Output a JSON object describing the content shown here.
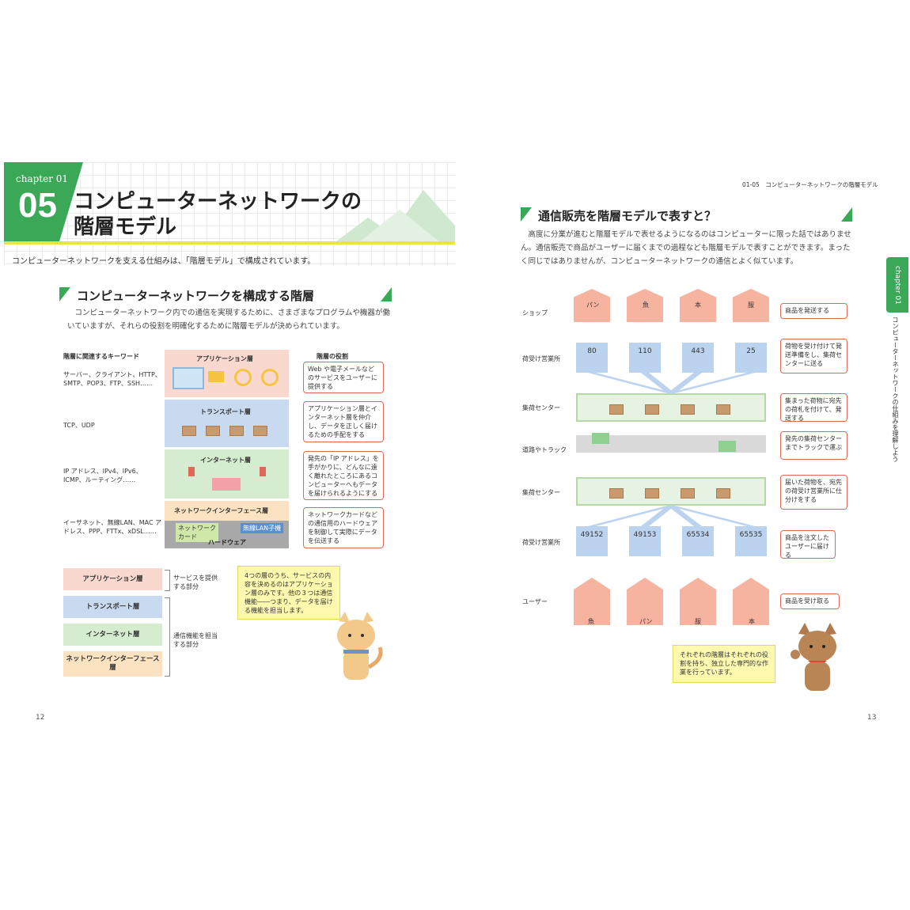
{
  "left": {
    "chapter_label": "chapter 01",
    "chapter_number": "05",
    "title_line1": "コンピューターネットワークの",
    "title_line2": "階層モデル",
    "subtitle": "コンピューターネットワークを支える仕組みは、「階層モデル」で構成されています。",
    "section_title": "コンピューターネットワークを構成する階層",
    "paragraph": "コンピューターネットワーク内での通信を実現するために、さまざまなプログラムや機器が働いていますが、それらの役割を明確化するために階層モデルが決められています。",
    "keywords_heading": "階層に関連するキーワード",
    "roles_heading": "階層の役割",
    "keywords": [
      "サーバー、クライアント、HTTP、SMTP、POP3、FTP、SSH……",
      "TCP、UDP",
      "IP アドレス、IPv4、IPv6、ICMP、ルーティング……",
      "イーサネット、無線LAN、MAC アドレス、PPP、FTTx、xDSL……"
    ],
    "layers": [
      "アプリケーション層",
      "トランスポート層",
      "インターネット層",
      "ネットワークインターフェース層"
    ],
    "hw_labels": [
      "ネットワークカード",
      "無線LAN子機",
      "ハードウェア"
    ],
    "roles": [
      "Web や電子メールなどのサービスをユーザーに提供する",
      "アプリケーション層とインターネット層を仲介し、データを正しく届けるための手配をする",
      "発先の「IP アドレス」を手がかりに、どんなに遠く離れたところにあるコンピューターへもデータを届けられるようにする",
      "ネットワークカードなどの通信用のハードウェアを制御して実際にデータを伝送する"
    ],
    "legend": [
      "アプリケーション層",
      "トランスポート層",
      "インターネット層",
      "ネットワークインターフェース層"
    ],
    "legend_notes": [
      "サービスを提供する部分",
      "通信機能を担当する部分"
    ],
    "bubble": "4つの層のうち、サービスの内容を決めるのはアプリケーション層のみです。他の３つは通信機能――つまり、データを届ける機能を担当します。",
    "page_number": "12"
  },
  "right": {
    "running_head": "01-05　コンピューターネットワークの階層モデル",
    "section_title": "通信販売を階層モデルで表すと？",
    "paragraph": "高度に分業が進むと階層モデルで表せるようになるのはコンピューターに限った話ではありません。通信販売で商品がユーザーに届くまでの過程なども階層モデルで表すことができます。まったく同じではありませんが、コンピューターネットワークの通信とよく似ています。",
    "side_tab": "chapter 01",
    "side_text": "コンピューターネットワークの仕組みを理解しよう",
    "row_labels": [
      "ショップ",
      "荷受け営業所",
      "集荷センター",
      "道路やトラック",
      "集荷センター",
      "荷受け営業所",
      "ユーザー"
    ],
    "shop_items": [
      "パン",
      "魚",
      "本",
      "服"
    ],
    "ports_top": [
      "80",
      "110",
      "443",
      "25"
    ],
    "ports_bottom": [
      "49152",
      "49153",
      "65534",
      "65535"
    ],
    "user_items": [
      "魚",
      "パン",
      "服",
      "本"
    ],
    "notes": [
      "商品を発送する",
      "荷物を受け付けて発送準備をし、集荷センターに送る",
      "集まった荷物に宛先の荷札を付けて、発送する",
      "発先の集荷センターまでトラックで運ぶ",
      "届いた荷物を、宛先の荷受け営業所に仕分けをする",
      "商品を注文したユーザーに届ける",
      "商品を受け取る"
    ],
    "bubble": "それぞれの階層はそれぞれの役割を持ち、独立した専門的な作業を行っています。",
    "page_number": "13"
  },
  "colors": {
    "green": "#3aa856",
    "app": "#f9d9cf",
    "transport": "#c9d9f0",
    "internet": "#d5ecd0",
    "netif": "#fbe3c2",
    "accent_red": "#e0685a"
  }
}
